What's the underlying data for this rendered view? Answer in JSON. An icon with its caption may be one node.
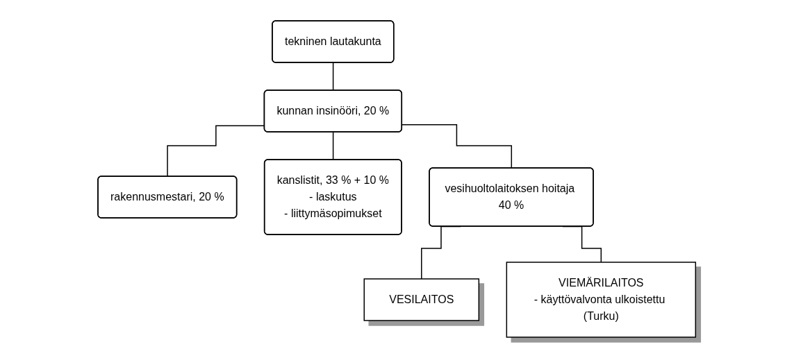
{
  "diagram": {
    "nodes": [
      {
        "text": [
          "tekninen lautakunta"
        ]
      },
      {
        "text": [
          "kunnan insinööri, 20 %"
        ]
      },
      {
        "text": [
          "rakennusmestari, 20 %"
        ]
      },
      {
        "text": [
          "kanslistit, 33 % + 10 %",
          "- laskutus",
          "- liittymäsopimukset"
        ]
      },
      {
        "text": [
          "vesihuoltolaitoksen hoitaja 40 %"
        ]
      },
      {
        "text": [
          "VESILAITOS"
        ]
      },
      {
        "text": [
          "VIEMÄRILAITOS",
          "- käyttövalvonta ulkoistettu (Turku)"
        ]
      }
    ],
    "edges": [
      {
        "from": 0,
        "to": 1,
        "arrow": "none"
      },
      {
        "from": 1,
        "to": 2,
        "arrow": "none"
      },
      {
        "from": 1,
        "to": 3,
        "arrow": "none"
      },
      {
        "from": 1,
        "to": 4,
        "arrow": "none"
      },
      {
        "from": 4,
        "to": 5,
        "arrow": "none"
      },
      {
        "from": 4,
        "to": 6,
        "arrow": "none"
      }
    ]
  }
}
